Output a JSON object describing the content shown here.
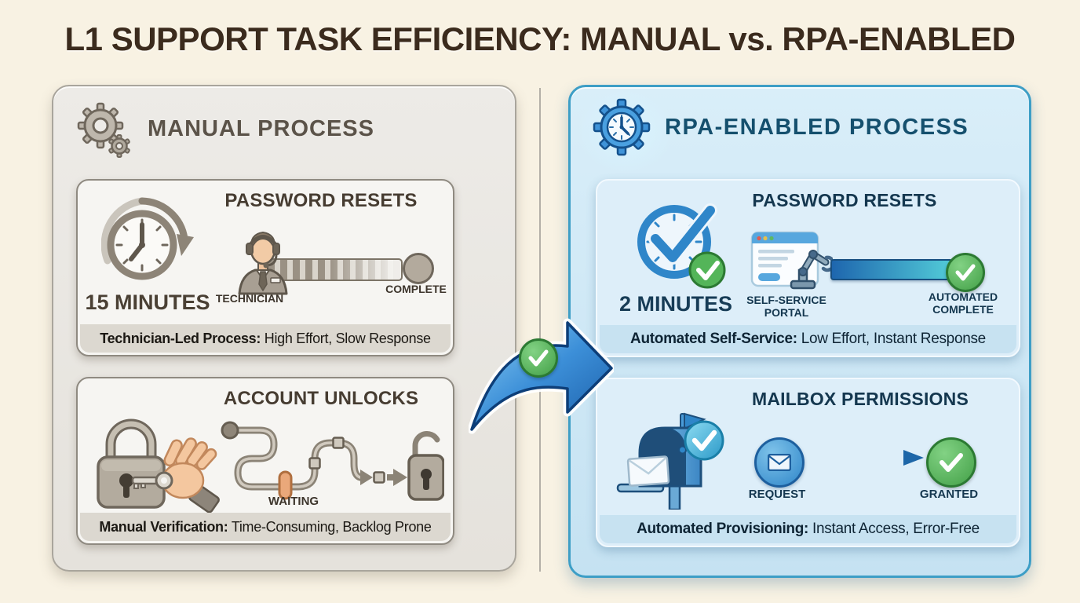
{
  "title": "L1 SUPPORT TASK EFFICIENCY: MANUAL vs. RPA-ENABLED",
  "manual_panel": {
    "header": "MANUAL PROCESS",
    "password_resets": {
      "title": "PASSWORD RESETS",
      "metric": "15 MINUTES",
      "actor_label": "TECHNICIAN",
      "end_label": "COMPLETE",
      "footer_bold": "Technician-Led Process:",
      "footer_rest": " High Effort, Slow Response"
    },
    "account_unlocks": {
      "title": "ACCOUNT UNLOCKS",
      "mid_label": "WAITING",
      "footer_bold": "Manual Verification:",
      "footer_rest": " Time-Consuming, Backlog Prone"
    }
  },
  "rpa_panel": {
    "header": "RPA-ENABLED PROCESS",
    "password_resets": {
      "title": "PASSWORD RESETS",
      "metric": "2 MINUTES",
      "actor_label": "SELF-SERVICE PORTAL",
      "end_label": "AUTOMATED COMPLETE",
      "footer_bold": "Automated Self-Service:",
      "footer_rest": " Low Effort, Instant Response"
    },
    "mailbox_permissions": {
      "title": "MAILBOX PERMISSIONS",
      "start_label": "REQUEST",
      "end_label": "GRANTED",
      "footer_bold": "Automated Provisioning:",
      "footer_rest": " Instant Access, Error-Free"
    }
  },
  "icons": {
    "manual_header": "gears-icon",
    "rpa_header": "gear-clock-icon",
    "manual_clock": "clock-rewind-icon",
    "manual_actor": "technician-headset-icon",
    "manual_unlock": "padlock-key-hand-icon",
    "manual_unlock_end": "open-padlock-icon",
    "waiting_node": "waiting-capsule-icon",
    "rpa_clock": "clock-check-icon",
    "rpa_portal": "self-service-portal-robot-icon",
    "rpa_complete": "check-circle-icon",
    "rpa_mailbox": "mailbox-check-icon",
    "rpa_request": "envelope-circle-icon",
    "rpa_granted": "check-circle-icon",
    "transition": "arrow-check-icon"
  },
  "colors": {
    "page_bg": "#f8f2e3",
    "title_text": "#3b2b1d",
    "manual_panel_bg": "#e9e6e1",
    "manual_panel_border": "#a9a59c",
    "manual_header_text": "#5b5349",
    "manual_card_bg": "#f6f5f2",
    "manual_card_border": "#8f8a81",
    "manual_band_bg": "#dcd8d0",
    "manual_accent": "#8d8477",
    "rpa_panel_bg": "#cfe7f4",
    "rpa_panel_border": "#3d9ec6",
    "rpa_header_text": "#15506e",
    "rpa_card_bg": "#ddeef9",
    "rpa_band_bg": "#c7e2f1",
    "rpa_accent": "#2f86c9",
    "rpa_gradient_start": "#1f66ad",
    "rpa_gradient_end": "#4fc9d6",
    "success_green": "#43a047",
    "waiting_orange": "#e9a878"
  }
}
